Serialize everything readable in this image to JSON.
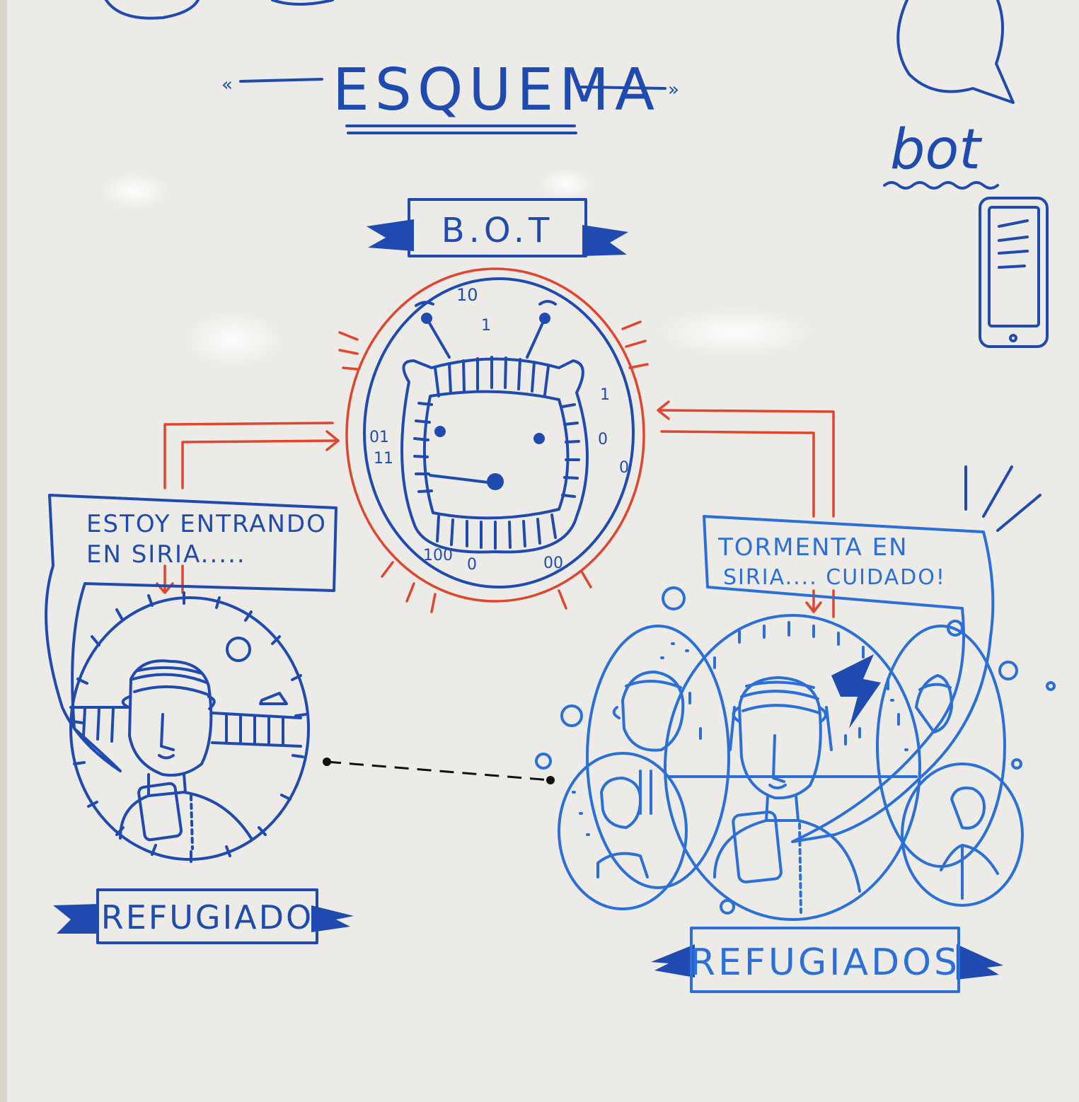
{
  "title": "ESQUEMA",
  "corner_label": "bot",
  "bot_banner": "B.O.T",
  "bubble_left": {
    "line1": "ESTOY ENTRANDO",
    "line2": "EN SIRIA....."
  },
  "bubble_right": {
    "line1": "TORMENTA EN",
    "line2": "SIRIA.... CUIDADO!"
  },
  "banner_left": "REFUGIADO",
  "banner_right": "REFUGIADOS",
  "binary": {
    "top1": "10",
    "top2": "1",
    "left1": "01",
    "left2": "11",
    "right1": "1",
    "right2": "0",
    "right3": "0",
    "bottom1": "100",
    "bottom2": "0",
    "bottom3": "00"
  },
  "colors": {
    "blue_ink": "#1f4bb0",
    "light_blue_ink": "#2b6fd8",
    "red_ink": "#e0452e",
    "board": "#eceae6"
  }
}
